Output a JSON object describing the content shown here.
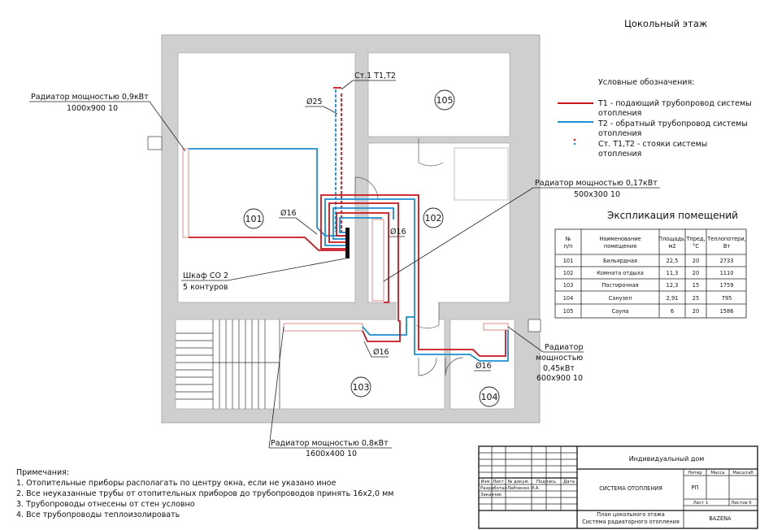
{
  "title": "Цокольный этаж",
  "colors": {
    "supply": "#c8161d",
    "return": "#1e8fd0",
    "wall": "#cfcfcf",
    "line": "#222222"
  },
  "rooms": [
    {
      "num": "101"
    },
    {
      "num": "102"
    },
    {
      "num": "103"
    },
    {
      "num": "104"
    },
    {
      "num": "105"
    }
  ],
  "labels": {
    "rad1_title": "Радиатор мощностью 0,9кВт",
    "rad1_size": "1000х900 10",
    "rad2_title": "Радиатор мощностью 0,17кВт",
    "rad2_size": "500х300 10",
    "rad3_title": "Радиатор мощностью 0,8кВт",
    "rad3_size": "1600х400 10",
    "rad4_l1": "Радиатор",
    "rad4_l2": "мощностью",
    "rad4_l3": "0,45кВт",
    "rad4_l4": "600х900 10",
    "riser": "Ст.1 Т1,Т2",
    "d25": "Ø25",
    "d16_a": "Ø16",
    "d16_b": "Ø16",
    "d16_c": "Ø16",
    "d16_d": "Ø16",
    "cabinet_1": "Шкаф СО 2",
    "cabinet_2": "5 контуров"
  },
  "legend": {
    "heading": "Условные обозначения:",
    "t1_l1": "Т1 - подающий трубопровод системы",
    "t1_l2": "отопления",
    "t2_l1": "Т2 - обратный трубопровод системы",
    "t2_l2": "отопления",
    "st_l1": "Ст. Т1,Т2 - стояки системы",
    "st_l2": "отопления"
  },
  "explication": {
    "title": "Экспликация помещений",
    "headers": {
      "num_l1": "№",
      "num_l2": "п/п",
      "name_l1": "Наименование",
      "name_l2": "помещения",
      "area_l1": "Площадь,",
      "area_l2": "м2",
      "temp_l1": "Тпред,",
      "temp_l2": "°С",
      "loss_l1": "Теплопотери,",
      "loss_l2": "Вт"
    },
    "rows": [
      {
        "num": "101",
        "name": "Бильярдная",
        "area": "22,5",
        "temp": "20",
        "loss": "2733"
      },
      {
        "num": "102",
        "name": "Комната отдыха",
        "area": "11,3",
        "temp": "20",
        "loss": "1110"
      },
      {
        "num": "103",
        "name": "Постирочная",
        "area": "12,3",
        "temp": "15",
        "loss": "1759"
      },
      {
        "num": "104",
        "name": "Санузел",
        "area": "2,91",
        "temp": "25",
        "loss": "795"
      },
      {
        "num": "105",
        "name": "Сауна",
        "area": "6",
        "temp": "20",
        "loss": "1586"
      }
    ]
  },
  "notes": {
    "heading": "Примечания:",
    "n1": "1. Отопительные приборы располагать по центру окна, если не указано иное",
    "n2": "2. Все неуказанные трубы от отопительных приборов до трубопроводов принять 16х2,0 мм",
    "n3": "3. Трубопроводы отнесены от стен условно",
    "n4": "4. Все трубопроводы теплоизолировать"
  },
  "stamp": {
    "project": "Индивидуальный дом",
    "system": "СИСТЕМА ОТОПЛЕНИЯ",
    "sheet_title_l1": "План цокольного этажа",
    "sheet_title_l2": "Система радиаторного отопления",
    "h_izm": "Изм",
    "h_list": "Лист",
    "h_ndok": "№ докум.",
    "h_podp": "Подпись",
    "h_data": "Дата",
    "razrab": "Разработал",
    "razrab_name": "Лабченко И.А.",
    "zakazchik": "Заказчик",
    "h_liter": "Литер",
    "h_massa": "Масса",
    "h_masshtab": "Масштаб",
    "liter": "РП",
    "list": "Лист 1",
    "listov": "Листов 6",
    "company": "BAZENA"
  }
}
